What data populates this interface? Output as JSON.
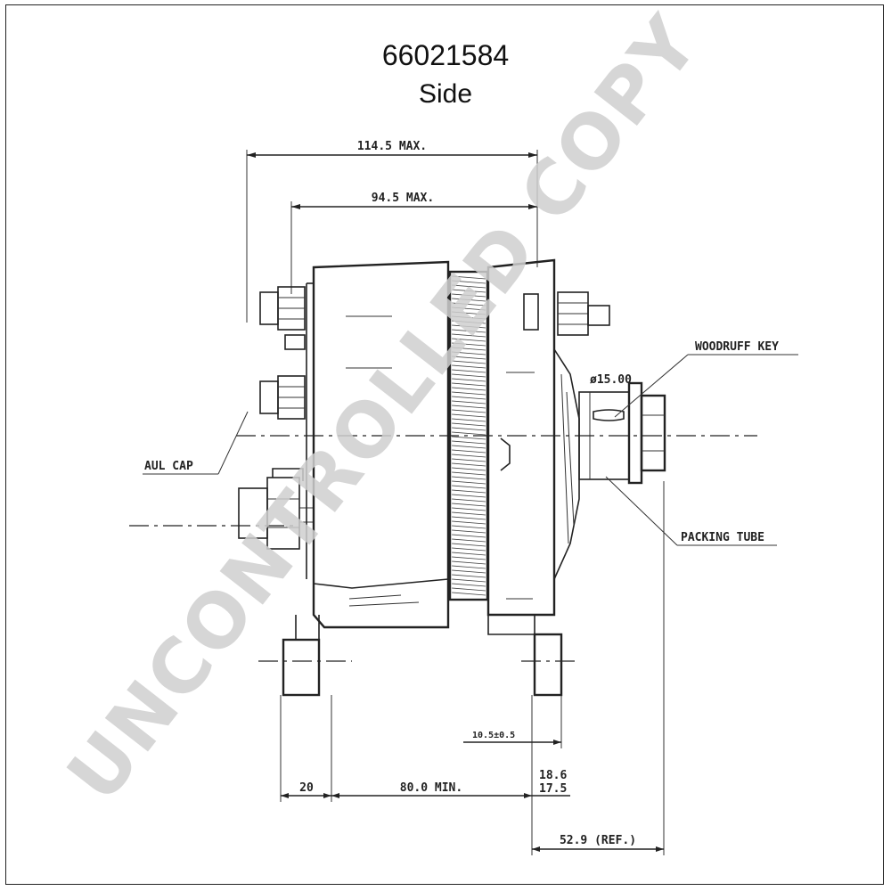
{
  "header": {
    "part_number": "66021584",
    "view": "Side"
  },
  "watermark": "UNCONTROLLED COPY",
  "labels": {
    "woodruff_key": "WOODRUFF KEY",
    "packing_tube": "PACKING TUBE",
    "aul_cap": "AUL CAP",
    "shaft_diameter": "ø15.00"
  },
  "dimensions": {
    "overall_max": "114.5 MAX.",
    "body_max": "94.5 MAX.",
    "offset_20": "20",
    "mount_min": "80.0 MIN.",
    "flange_a": "18.6",
    "flange_b": "17.5",
    "foot": "10.5±0.5",
    "ref": "52.9 (REF.)"
  }
}
